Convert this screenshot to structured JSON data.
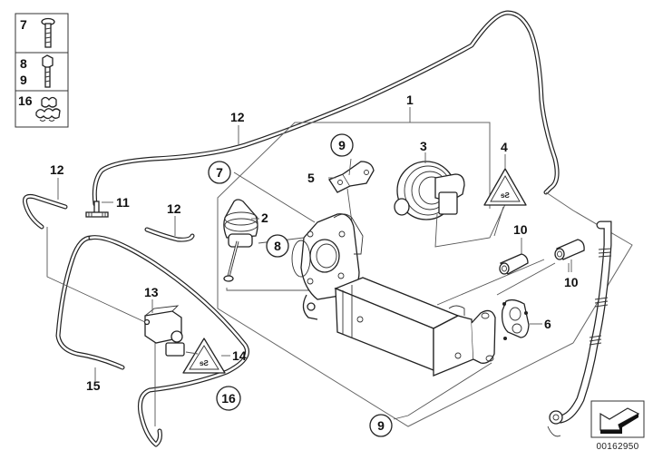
{
  "diagram": {
    "type": "exploded-parts-diagram",
    "subject": "Exhaust gas recirculation (EGR) assembly with cooler, vacuum actuators, hoses",
    "reference_number": "00162950",
    "legend": [
      {
        "numbers": [
          "7"
        ],
        "part": "bolt-flange-head"
      },
      {
        "numbers": [
          "8",
          "9"
        ],
        "part": "hex-bolt"
      },
      {
        "numbers": [
          "16"
        ],
        "part": "hose-clamps"
      }
    ],
    "callouts": {
      "c1": "1",
      "c2": "2",
      "c3": "3",
      "c4": "4",
      "c5": "5",
      "c6": "6",
      "c7": "7",
      "c8": "8",
      "c9a": "9",
      "c9b": "9",
      "c10a": "10",
      "c10b": "10",
      "c11": "11",
      "c12a": "12",
      "c12b": "12",
      "c12c": "12",
      "c13": "13",
      "c14": "14",
      "c15": "15",
      "c16": "16"
    },
    "circled_callouts": [
      "7",
      "8",
      "9",
      "16"
    ],
    "warning_labels": [
      {
        "callout": "4",
        "symbol": "hot-surface-warning-triangle"
      },
      {
        "callout": "14",
        "symbol": "hot-surface-warning-triangle"
      }
    ]
  }
}
